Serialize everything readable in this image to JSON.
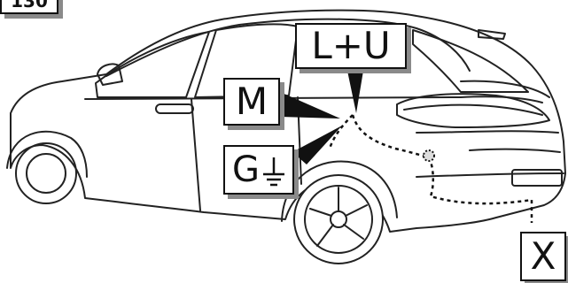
{
  "figure": {
    "number": "130"
  },
  "labels": {
    "lu": "L+U",
    "m": "M",
    "g": "G",
    "x": "X"
  },
  "icons": {
    "ground": "ground-symbol-icon"
  }
}
